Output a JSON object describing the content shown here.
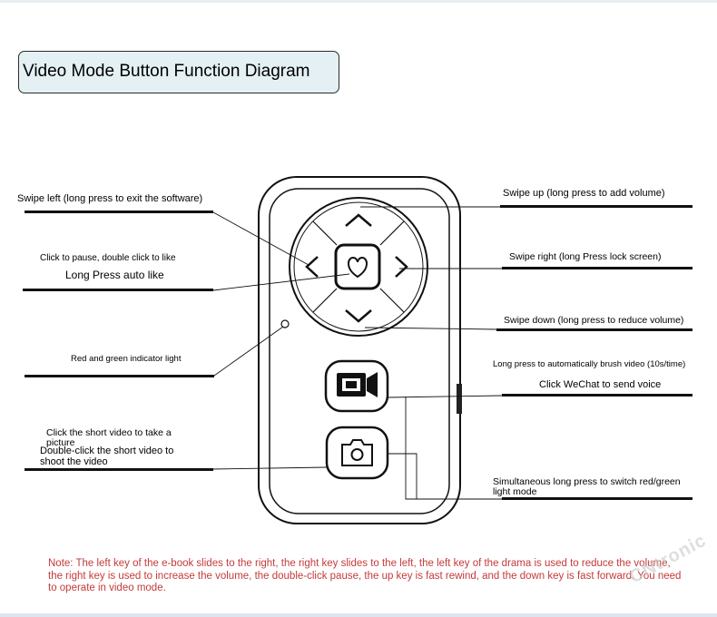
{
  "title": "Video Mode Button Function Diagram",
  "labels": {
    "swipe_left": "Swipe left (long press to exit the software)",
    "click_pause": "Click to pause, double click to like",
    "long_press_like": "Long Press auto like",
    "indicator": "Red and green indicator light",
    "short_video_picture": "Click the short video to take a picture",
    "double_click_video": "Double-click the short video to shoot the video",
    "swipe_up": "Swipe up (long press to add volume)",
    "swipe_right": "Swipe right (long Press lock screen)",
    "swipe_down": "Swipe down (long press to reduce volume)",
    "auto_brush": "Long press to automatically brush video (10s/time)",
    "wechat_voice": "Click WeChat to send voice",
    "switch_light": "Simultaneous long press to switch red/green light mode"
  },
  "note": "Note: The left key of the e-book slides to the right, the right key slides to the left, the left key of the drama is used to reduce the volume, the right key is used to increase the volume, the double-click pause, the up key is fast rewind, and the down key is fast forward. You need to operate in video mode.",
  "watermark": "CNtronic",
  "colors": {
    "note": "#c43a3a",
    "title_bg": "#e4f0f4"
  }
}
